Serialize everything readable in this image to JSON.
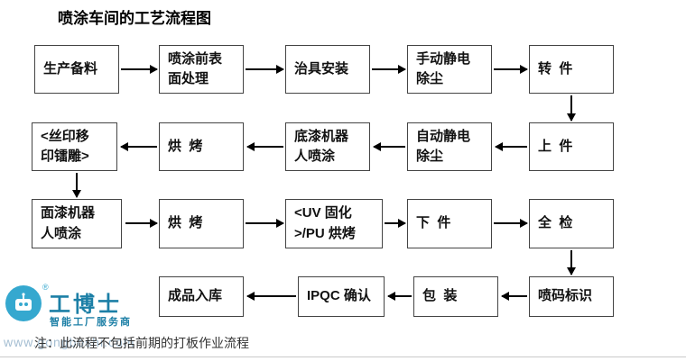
{
  "flowchart": {
    "title": "喷涂车间的工艺流程图",
    "note": "注：此流程不包括前期的打板作业流程",
    "nodes": [
      {
        "id": "production-material-prep",
        "label": "生产备料"
      },
      {
        "id": "pre-spray-surface-treatment",
        "label": "喷涂前表\n面处理"
      },
      {
        "id": "jig-installation",
        "label": "治具安装"
      },
      {
        "id": "manual-electrostatic-dedusting",
        "label": "手动静电\n除尘"
      },
      {
        "id": "transfer-part",
        "label": "转  件"
      },
      {
        "id": "load-part",
        "label": "上  件"
      },
      {
        "id": "auto-electrostatic-dedusting",
        "label": "自动静电\n除尘"
      },
      {
        "id": "primer-robot-spraying",
        "label": "底漆机器\n人喷涂"
      },
      {
        "id": "baking-1",
        "label": "烘  烤"
      },
      {
        "id": "silkscreen-padprint-laser",
        "label": "<丝印移\n印镭雕>"
      },
      {
        "id": "topcoat-robot-spraying",
        "label": "面漆机器\n人喷涂"
      },
      {
        "id": "baking-2",
        "label": "烘  烤"
      },
      {
        "id": "uv-curing-pu-baking",
        "label": "<UV 固化\n>/PU 烘烤"
      },
      {
        "id": "unload-part",
        "label": "下  件"
      },
      {
        "id": "full-inspection",
        "label": "全  检"
      },
      {
        "id": "inkjet-marking",
        "label": "喷码标识"
      },
      {
        "id": "packaging",
        "label": "包  装"
      },
      {
        "id": "ipqc-confirmation",
        "label": "IPQC 确认"
      },
      {
        "id": "finished-goods-warehousing",
        "label": "成品入库"
      }
    ]
  },
  "watermark": {
    "brand": "工博士",
    "registered": "®",
    "tagline": "智能工厂服务商",
    "url": "www.gongboshi.com"
  },
  "colors": {
    "box_border": "#444444",
    "arrow": "#000000",
    "brand_teal": "#1c7fa6",
    "logo_blue": "#35a8cf"
  }
}
